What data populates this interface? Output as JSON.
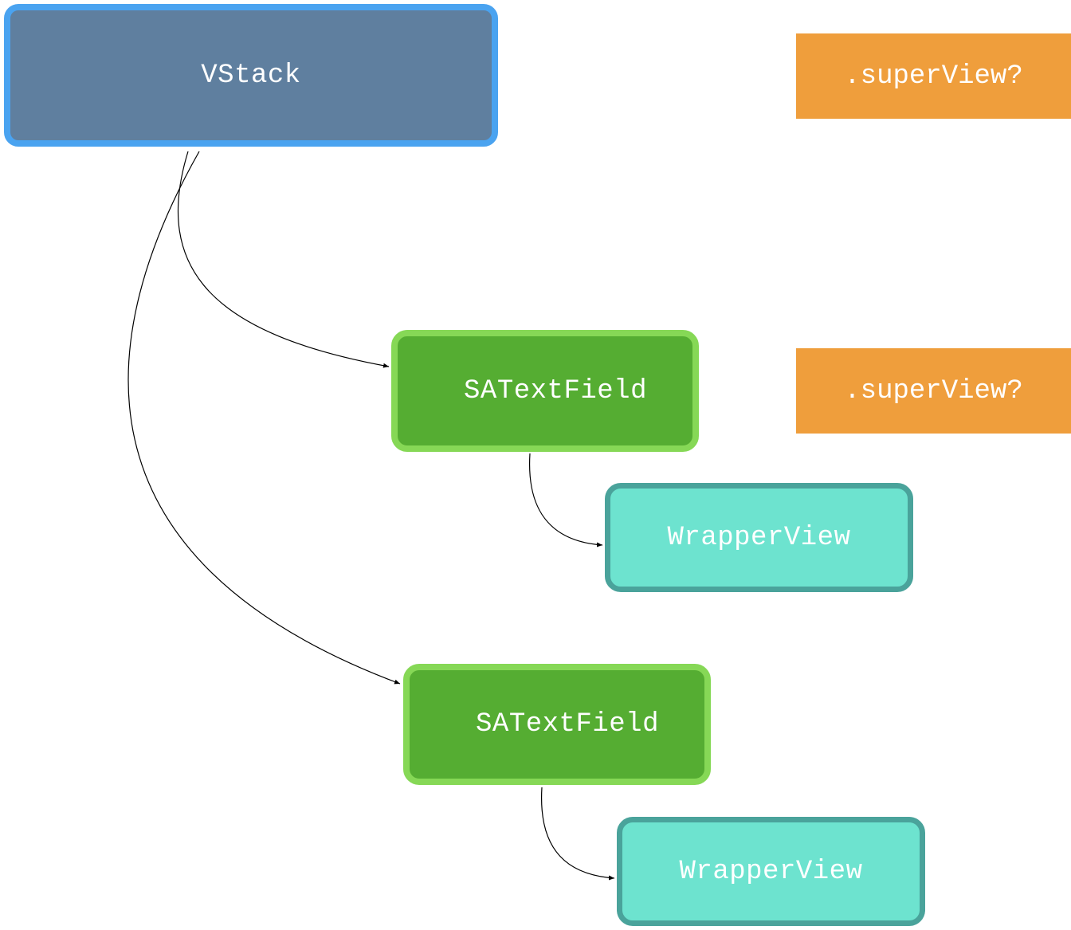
{
  "nodes": {
    "vstack": "VStack",
    "satextfield_1": "SATextField",
    "wrapperview_1": "WrapperView",
    "satextfield_2": "SATextField",
    "wrapperview_2": "WrapperView"
  },
  "annotations": {
    "superview_1": ".superView?",
    "superview_2": ".superView?"
  },
  "colors": {
    "vstack_fill": "#5f7f9f",
    "vstack_border": "#4aa3f0",
    "textfield_fill": "#55ad32",
    "textfield_border": "#86d856",
    "wrapper_fill": "#6de3cf",
    "wrapper_border": "#4aa39b",
    "annotation_fill": "#ef9e3c",
    "edge": "#000000"
  },
  "edges": [
    {
      "from": "vstack",
      "to": "satextfield_1"
    },
    {
      "from": "vstack",
      "to": "satextfield_2"
    },
    {
      "from": "satextfield_1",
      "to": "wrapperview_1"
    },
    {
      "from": "satextfield_2",
      "to": "wrapperview_2"
    }
  ]
}
